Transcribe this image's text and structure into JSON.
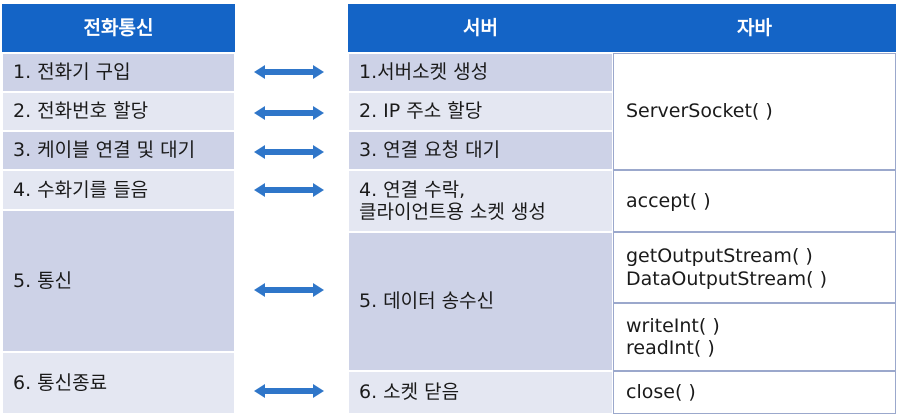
{
  "colors": {
    "header_bg": "#1464c6",
    "row_dark": "#cdd2e7",
    "row_light": "#e4e7f2",
    "arrow": "#2f76c9"
  },
  "phone": {
    "header": "전화통신",
    "items": [
      "1. 전화기 구입",
      "2. 전화번호 할당",
      "3. 케이블 연결 및 대기",
      "4. 수화기를 들음",
      "5. 통신",
      "6. 통신종료"
    ]
  },
  "server": {
    "header": "서버",
    "items": [
      "1.서버소켓 생성",
      "2. IP 주소 할당",
      "3. 연결 요청 대기",
      "4. 연결 수락,\n클라이언트용 소켓 생성",
      "5. 데이터 송수신",
      "6. 소켓 닫음"
    ]
  },
  "java": {
    "header": "자바",
    "items": [
      "ServerSocket( )",
      "accept( )",
      "getOutputStream( )\nDataOutputStream( )",
      "writeInt( )\nreadInt( )",
      "close( )"
    ]
  },
  "arrows": [
    "double-arrow",
    "double-arrow",
    "double-arrow",
    "double-arrow",
    "double-arrow",
    "double-arrow"
  ]
}
